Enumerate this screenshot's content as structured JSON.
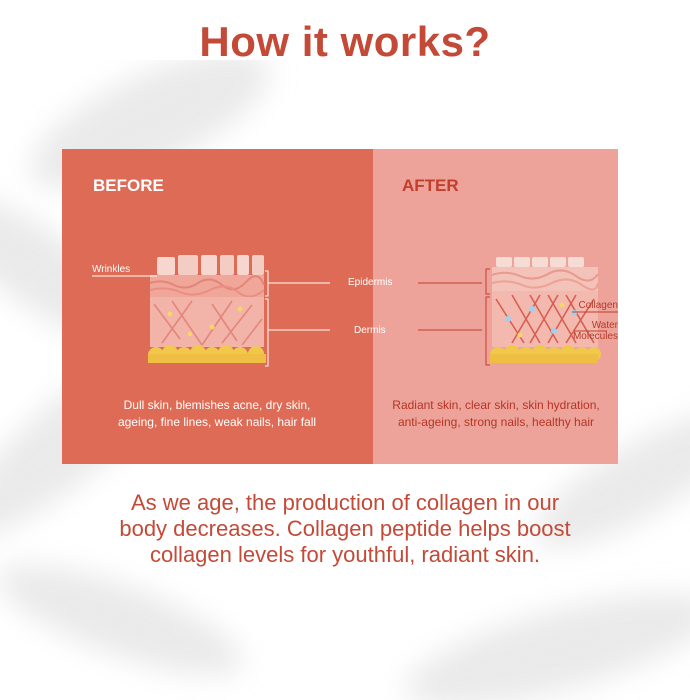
{
  "title": "How it works?",
  "before": {
    "heading": "BEFORE",
    "wrinkles_label": "Wrinkles",
    "caption_line1": "Dull skin, blemishes acne, dry skin,",
    "caption_line2": "ageing, fine lines, weak nails, hair fall"
  },
  "after": {
    "heading": "AFTER",
    "collagen_label": "Collagen",
    "water_label_line1": "Water",
    "water_label_line2": "Molecules",
    "caption_line1": "Radiant skin, clear skin, skin hydration,",
    "caption_line2": "anti-ageing, strong nails, healthy hair"
  },
  "layers": {
    "epidermis": "Epidermis",
    "dermis": "Dermis"
  },
  "description": {
    "line1": "As we age, the production of collagen in our",
    "line2": "body decreases. Collagen peptide helps boost",
    "line3": "collagen levels for youthful, radiant skin."
  },
  "colors": {
    "accent": "#c44a38",
    "before_panel": "#de6b55",
    "after_panel": "#eea39a"
  }
}
